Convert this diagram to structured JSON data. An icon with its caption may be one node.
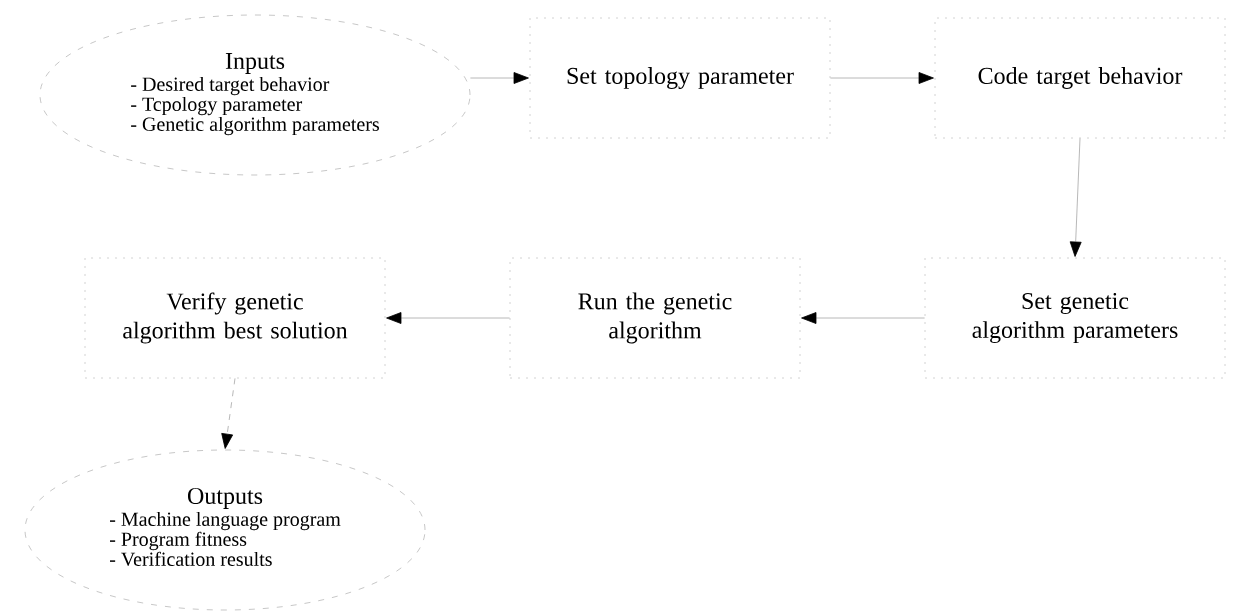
{
  "diagram": {
    "nodes": [
      {
        "text": [
          "Inputs",
          "- Desired target behavior",
          "- Tcpology parameter",
          "- Genetic algorithm parameters"
        ]
      },
      {
        "text": [
          "Set topology parameter"
        ]
      },
      {
        "text": [
          "Code target behavior"
        ]
      },
      {
        "text": [
          "Verify genetic algorithm best solution"
        ]
      },
      {
        "text": [
          "Run the genetic algorithm"
        ]
      },
      {
        "text": [
          "Set genetic algorithm parameters"
        ]
      },
      {
        "text": [
          "Outputs",
          "- Machine language program",
          "- Program fitness",
          "- Verification results"
        ]
      }
    ],
    "edges": [
      {
        "from": 0,
        "to": 1,
        "arrow": "to"
      },
      {
        "from": 1,
        "to": 2,
        "arrow": "to"
      },
      {
        "from": 2,
        "to": 5,
        "arrow": "to"
      },
      {
        "from": 5,
        "to": 4,
        "arrow": "to"
      },
      {
        "from": 4,
        "to": 3,
        "arrow": "to"
      },
      {
        "from": 3,
        "to": 6,
        "arrow": "to",
        "style": "dashed"
      }
    ]
  }
}
